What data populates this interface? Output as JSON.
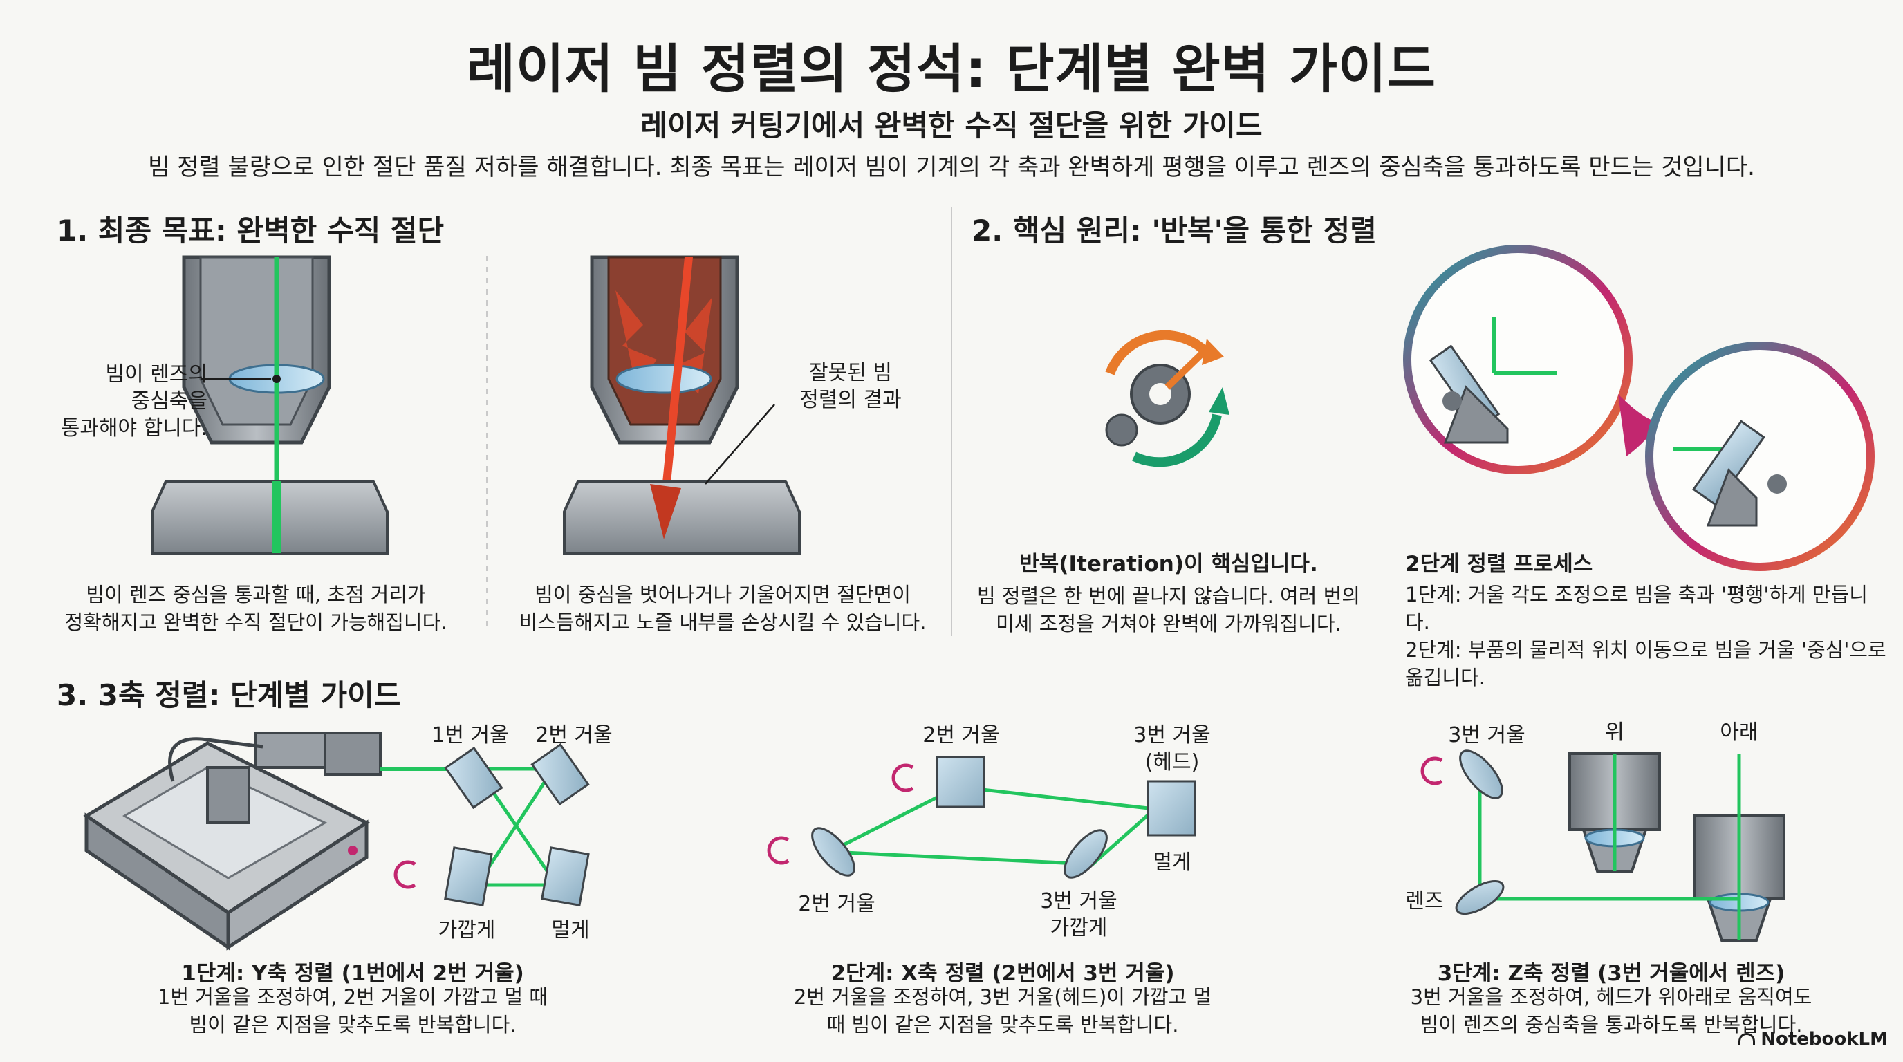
{
  "header": {
    "title": "레이저 빔 정렬의 정석: 단계별 완벽 가이드",
    "subtitle": "레이저 커팅기에서 완벽한 수직 절단을 위한 가이드",
    "intro": "빔 정렬 불량으로 인한 절단 품질 저하를 해결합니다. 최종 목표는 레이저 빔이 기계의 각 축과 완벽하게 평행을 이루고 렌즈의 중심축을 통과하도록 만드는 것입니다."
  },
  "section1": {
    "heading": "1. 최종 목표: 완벽한 수직 절단",
    "good": {
      "label_lines": [
        "빔이 렌즈의",
        "중심축을",
        "통과해야 합니다."
      ],
      "caption_lines": [
        "빔이 렌즈 중심을 통과할 때, 초점 거리가",
        "정확해지고 완벽한 수직 절단이 가능해집니다."
      ]
    },
    "bad": {
      "label_lines": [
        "잘못된 빔",
        "정렬의 결과"
      ],
      "caption_lines": [
        "빔이 중심을 벗어나거나 기울어지면 절단면이",
        "비스듬해지고 노즐 내부를 손상시킬 수 있습니다."
      ]
    }
  },
  "section2": {
    "heading": "2. 핵심 원리: '반복'을 통한 정렬",
    "iteration": {
      "title": "반복(Iteration)이 핵심입니다.",
      "lines": [
        "빔 정렬은 한 번에 끝나지 않습니다. 여러 번의",
        "미세 조정을 거쳐야 완벽에 가까워집니다."
      ]
    },
    "process": {
      "title": "2단계 정렬 프로세스",
      "lines": [
        "1단계: 거울 각도 조정으로 빔을 축과 '평행'하게 만듭니다.",
        "2단계: 부품의 물리적 위치 이동으로 빔을 거울 '중심'으로",
        "옮깁니다."
      ]
    }
  },
  "section3": {
    "heading": "3. 3축 정렬: 단계별 가이드",
    "step1": {
      "mirror1": "1번 거울",
      "mirror2": "2번 거울",
      "near": "가깝게",
      "far": "멀게",
      "title": "1단계: Y축 정렬 (1번에서 2번 거울)",
      "lines": [
        "1번 거울을 조정하여, 2번 거울이 가깝고 멀 때",
        "빔이 같은 지점을 맞추도록 반복합니다."
      ]
    },
    "step2": {
      "mirror2_top": "2번 거울",
      "mirror3_lines": [
        "3번 거울",
        "(헤드)"
      ],
      "mirror2_left": "2번 거울",
      "far": "멀게",
      "mirror3_near_lines": [
        "3번 거울",
        "가깝게"
      ],
      "title": "2단계: X축 정렬 (2번에서 3번 거울)",
      "lines": [
        "2번 거울을 조정하여, 3번 거울(헤드)이 가깝고 멀",
        "때 빔이 같은 지점을 맞추도록 반복합니다."
      ]
    },
    "step3": {
      "mirror3": "3번 거울",
      "up": "위",
      "down": "아래",
      "lens": "렌즈",
      "title": "3단계: Z축 정렬 (3번 거울에서 렌즈)",
      "lines": [
        "3번 거울을 조정하여, 헤드가 위아래로 움직여도",
        "빔이 렌즈의 중심축을 통과하도록 반복합니다."
      ]
    }
  },
  "footer": {
    "brand": "NotebookLM"
  },
  "colors": {
    "beam": "#22c55e",
    "laser": "#e8472a",
    "steel": "#8a9096",
    "ring_teal": "#1aa3a3",
    "ring_magenta": "#c2276f",
    "ring_orange": "#e87a2a"
  }
}
